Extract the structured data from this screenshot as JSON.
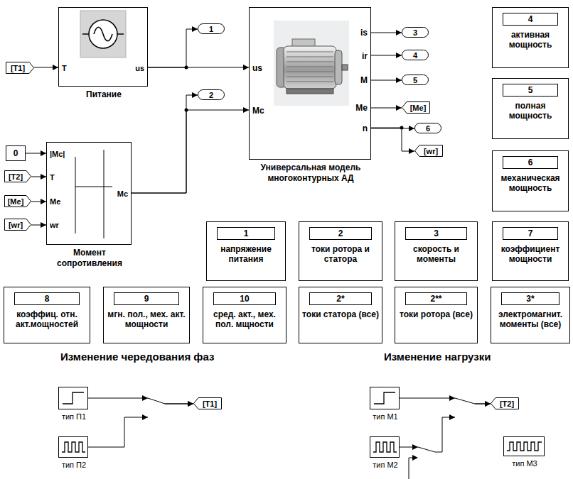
{
  "diagram": {
    "nodes": [
      {
        "text": [
          "[T1]"
        ]
      },
      {
        "text": [
          "Питание",
          "T",
          "us"
        ]
      },
      {
        "text": [
          "1"
        ]
      },
      {
        "text": [
          "Универсальная модель многоконтурных АД",
          "us",
          "Mc",
          "is",
          "ir",
          "M",
          "Me",
          "n"
        ]
      },
      {
        "text": [
          "2"
        ]
      },
      {
        "text": [
          "3"
        ]
      },
      {
        "text": [
          "4"
        ]
      },
      {
        "text": [
          "5"
        ]
      },
      {
        "text": [
          "[Me]"
        ]
      },
      {
        "text": [
          "6"
        ]
      },
      {
        "text": [
          "[wr]"
        ]
      },
      {
        "text": [
          "4",
          "активная мощность"
        ]
      },
      {
        "text": [
          "5",
          "полная мощность"
        ]
      },
      {
        "text": [
          "6",
          "механическая мощность"
        ]
      },
      {
        "text": [
          "0"
        ]
      },
      {
        "text": [
          "[T2]"
        ]
      },
      {
        "text": [
          "[Me]"
        ]
      },
      {
        "text": [
          "[wr]"
        ]
      },
      {
        "text": [
          "Момент сопротивления",
          "|Mc|",
          "T",
          "Me",
          "wr",
          "Mc"
        ]
      },
      {
        "text": [
          "1",
          "напряжение питания"
        ]
      },
      {
        "text": [
          "2",
          "токи ротора и статора"
        ]
      },
      {
        "text": [
          "3",
          "скорость и моменты"
        ]
      },
      {
        "text": [
          "7",
          "коэффициент мощности"
        ]
      },
      {
        "text": [
          "8",
          "коэффиц. отн. акт.мощностей"
        ]
      },
      {
        "text": [
          "9",
          "мгн. пол., мех. акт. мощности"
        ]
      },
      {
        "text": [
          "10",
          "сред. акт., мех. пол. мщности"
        ]
      },
      {
        "text": [
          "2*",
          "токи статора (все)"
        ]
      },
      {
        "text": [
          "2**",
          "токи ротора (все)"
        ]
      },
      {
        "text": [
          "3*",
          "электромагнит. моменты (все)"
        ]
      },
      {
        "text": [
          "тип П1"
        ]
      },
      {
        "text": [
          "[T1]"
        ]
      },
      {
        "text": [
          "тип П2"
        ]
      },
      {
        "text": [
          "тип М1"
        ]
      },
      {
        "text": [
          "[T2]"
        ]
      },
      {
        "text": [
          "тип М2"
        ]
      },
      {
        "text": [
          "тип М3"
        ]
      }
    ],
    "edges": [
      {
        "from": 0,
        "to": 1,
        "arrow": "to"
      },
      {
        "from": 1,
        "to": 2,
        "arrow": "to"
      },
      {
        "from": 1,
        "to": 3,
        "arrow": "to"
      },
      {
        "from": 14,
        "to": 18,
        "arrow": "to"
      },
      {
        "from": 15,
        "to": 18,
        "arrow": "to"
      },
      {
        "from": 16,
        "to": 18,
        "arrow": "to"
      },
      {
        "from": 17,
        "to": 18,
        "arrow": "to"
      },
      {
        "from": 18,
        "to": 4,
        "arrow": "to"
      },
      {
        "from": 18,
        "to": 3,
        "arrow": "to"
      },
      {
        "from": 3,
        "to": 5,
        "arrow": "to"
      },
      {
        "from": 3,
        "to": 6,
        "arrow": "to"
      },
      {
        "from": 3,
        "to": 7,
        "arrow": "to"
      },
      {
        "from": 3,
        "to": 8,
        "arrow": "to"
      },
      {
        "from": 3,
        "to": 9,
        "arrow": "to"
      },
      {
        "from": 3,
        "to": 10,
        "arrow": "to"
      },
      {
        "from": 29,
        "to": 30,
        "arrow": "to"
      },
      {
        "from": 31,
        "to": 30,
        "arrow": "to"
      },
      {
        "from": 32,
        "to": 33,
        "arrow": "to"
      },
      {
        "from": 34,
        "to": 33,
        "arrow": "to"
      }
    ],
    "labels": [
      "Изменение чередования фаз",
      "Изменение нагрузки"
    ]
  }
}
